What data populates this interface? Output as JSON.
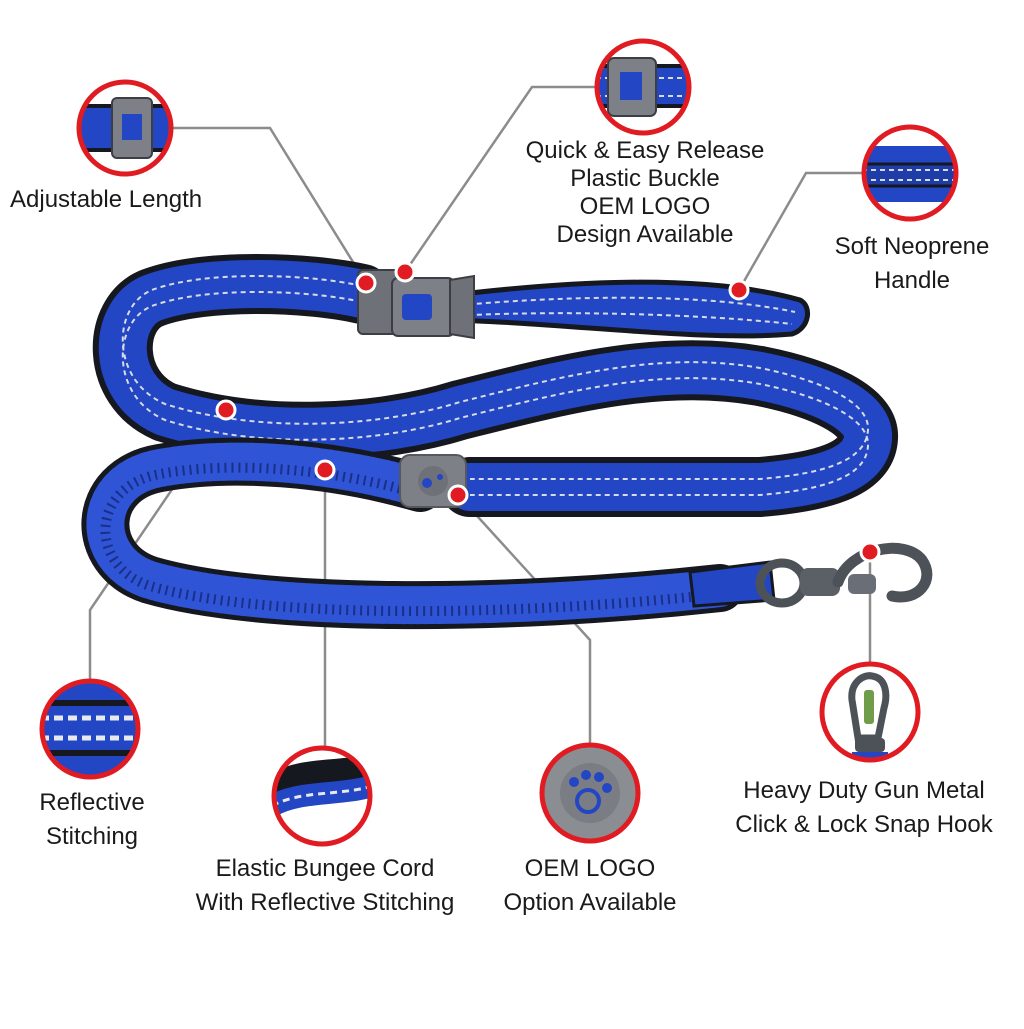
{
  "colors": {
    "strap": "#2346c4",
    "strap_dark": "#1a2f8a",
    "edge": "#15181f",
    "stitch": "#d7dbe6",
    "callout_ring": "#e01b22",
    "dot": "#e01b22",
    "line": "#8c8c8c",
    "metal": "#4d5158",
    "plastic": "#7d8086"
  },
  "callouts": {
    "adjustable": {
      "lines": [
        "Adjustable Length"
      ]
    },
    "buckle": {
      "lines": [
        "Quick & Easy Release",
        "Plastic Buckle",
        "OEM LOGO",
        "Design Available"
      ]
    },
    "handle": {
      "lines": [
        "Soft Neoprene",
        "Handle"
      ]
    },
    "reflective": {
      "lines": [
        "Reflective",
        "Stitching"
      ]
    },
    "bungee": {
      "lines": [
        "Elastic Bungee Cord",
        "With Reflective Stitching"
      ]
    },
    "logo": {
      "lines": [
        "OEM LOGO",
        "Option Available"
      ]
    },
    "hook": {
      "lines": [
        "Heavy Duty Gun Metal",
        "Click & Lock Snap Hook"
      ]
    }
  }
}
